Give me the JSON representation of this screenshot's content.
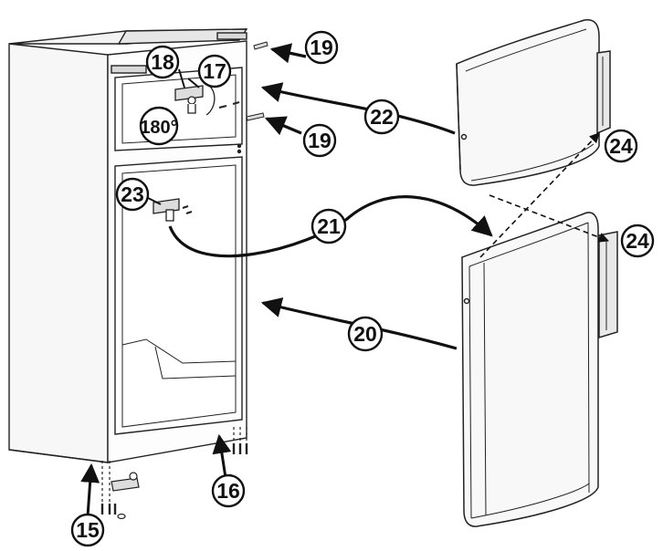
{
  "diagram": {
    "callouts": [
      {
        "id": "c15",
        "text": "15"
      },
      {
        "id": "c16",
        "text": "16"
      },
      {
        "id": "c17",
        "text": "17"
      },
      {
        "id": "c18",
        "text": "18"
      },
      {
        "id": "c180",
        "text": "180°"
      },
      {
        "id": "c19a",
        "text": "19"
      },
      {
        "id": "c19b",
        "text": "19"
      },
      {
        "id": "c20",
        "text": "20"
      },
      {
        "id": "c21",
        "text": "21"
      },
      {
        "id": "c22",
        "text": "22"
      },
      {
        "id": "c23",
        "text": "23"
      },
      {
        "id": "c24a",
        "text": "24"
      },
      {
        "id": "c24b",
        "text": "24"
      }
    ]
  }
}
